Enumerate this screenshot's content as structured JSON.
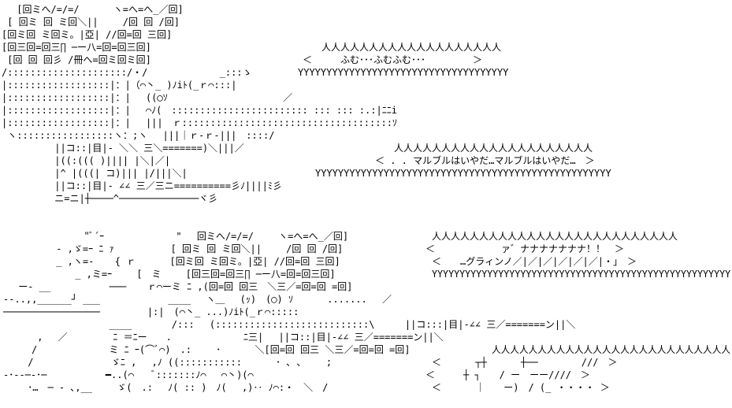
{
  "bubbles": [
    {
      "top_text": "人人人人人人人人人人人人人人人人人人人",
      "body_text": "＜　　　ふむ･･･ふむふむ･･･　　　　　＞",
      "bottom_text": "YYYYYYYYYYYYYYYYYYYYYYYYYYYYYYYYYYYYY"
    },
    {
      "top_text": "人人人人人人人人人人人人人人人人人人人人人",
      "body_text": "＜ . . マルブルはいやだ…マルブルはいやだ…　＞",
      "bottom_text": "YYYYYYYYYYYYYYYYYYYYYYYYYYYYYYYYYYYYYYYYYYYYYYYYYYYY"
    },
    {
      "top_text": "人人人人人人人人人人人人人人人人人人人人人人人人人人",
      "body_text": "＜　　　　　　　ァ゛ナナナナナナナ！！　＞",
      "body_text_2": "＜　　…グラィンノ／|／|／|／|／|／|・」　＞",
      "bottom_text": "YYYYYYYYYYYYYYYYYYYYYYYYYYYYYYYYYYYYYYYYYYYYYYYYYYYYYY"
    },
    {
      "top_text": "人人人人人人人人人人人人人人人人人人人人人人人人人人",
      "body_text": "＜　　　 ┬┼　　　 ┼──　　　　 ///　＞",
      "body_text_2": "＜　　　┼ ┐　　/ ー　ーー////　＞",
      "body_text_3": "＜　　　 ｜　　ー)　/ (_ ・・・・ ＞"
    }
  ],
  "art_top": [
    "　 [回ミへ/=/=/　　　 ヽ=へ=へ_／回]",
    " [ 回ミ 回 ミ回＼||　　 /回 回 /回]",
    "[回ミ回 ミ回ミ。|亞| //回=回 三回]",
    "[回三回=回三∏ ─ー八=回=回三回]",
    " [回 回 回彡 /冊へ=回ミ回ミ回]",
    "/:::::::::::::::::::::/・/　　　　　　　 _:::ゝ",
    "|::::::::::::::::::|：|（⌒丶_ )ﾉiﾄ(_ｒ⌒:::|",
    "|::::::::::::::::::|：|　 ((◯ｿ　　　　　　　　　　 　 ／",
    "|::::::::::::::::::|：|　 ⌒ﾉ(　:::::::::::::::::::::::: ::: ::: :.:|ﾆﾆi",
    "|::::::::::::::::::|：|　 |||　ｒ:::::::::::::::::::::::::::::::::::::ｿ",
    " ヽ:::::::::::::::::ヽ：;ヽ　 |||｜ｒ-ｒ-|||　::::/",
    "　　　　　 ||コ::|目|- ＼＼ 三＼=======)＼|||／",
    "　　　　　 |((:((( )|||| |＼|／|",
    "　　　　　 |^ |(((| コ)||| |/|||＼|",
    "　　　　　 ||コ::|目|- ∠∠ 三／三ニ==========彡ﾉ||||ﾐ彡",
    "　　　　　 ニ=ニ|┼────^──────────────ヾ彡"
  ],
  "art_bottom": [
    "　　　　　　　　 \"ﾞ´ｰ　　　　　　　 \"　 回ミへ/=/=/　　 ヽ=へ=へ_／回]",
    "　　　　　 - ,ゞ=ｰ ﾆ ｧ　　　　　　[ 回ミ 回 ミ回＼||　　 /回 回 /回]",
    "　　　　　 _ ,ヽ=- 　 { ｒ　　　 [回ミ回 ミ回ミ。|亞| //回=回 三回]",
    "　　　　　　　 _ ,ミ=ｰ　　 [　ミ　　 [回三回=回三∏ ─ー八=回=回三回]",
    "　 ー- __　　　 　　 ─── 　 ｒ⌒ーミ ﾆ ,(回=回 回三　＼三／=回=回 =回]",
    "‐-..,,______┘ ___　　 　　　　 ____　 ヽ＿　 (ｯ)　(◯) ｿ　　　 ....... 　／",
    "─────────────────　　　　　|:|　(⌒丶_ ...)ﾉiﾄ(_ｒ⌒:::::",
    "　　　　　　　　　 　 ____　　 　 /:::　 (:::::::::::::::::::::::::::\\　 　 ||コ:::|目|-∠∠ 三／=======ン||＼",
    "　　　 ,　 ／ 　　 　 ﾆ ＝ﾆー　　.　　　　　　　 ﾆ三|　 ||コ::|目|-∠∠ 三／=======ン||＼",
    "　　　/　　　　　　　 ミ ﾆ ｰ(⌒ﾞ⌒)　.:　　 ･　　　 ＼[回=回 回三 ＼三／=回=回 =回]",
    "　　 /　　　 　　　　 ゞﾆ ,　 ,ﾉ ((:::::::::::　　　 ･ ､ ､　　 ;",
    "‐･--─-･─　　　　 　 ━..(⌒ 　 ﾞ:::::::ﾉ⌒　 ⌒丶)(⌒　　　　",
    "　　 ･…　─ - ､,__　　 ゞ(　.:　 ﾉ( :: )　ﾉ(　 ,)‥ ﾉ⌒:・　＼　/"
  ]
}
